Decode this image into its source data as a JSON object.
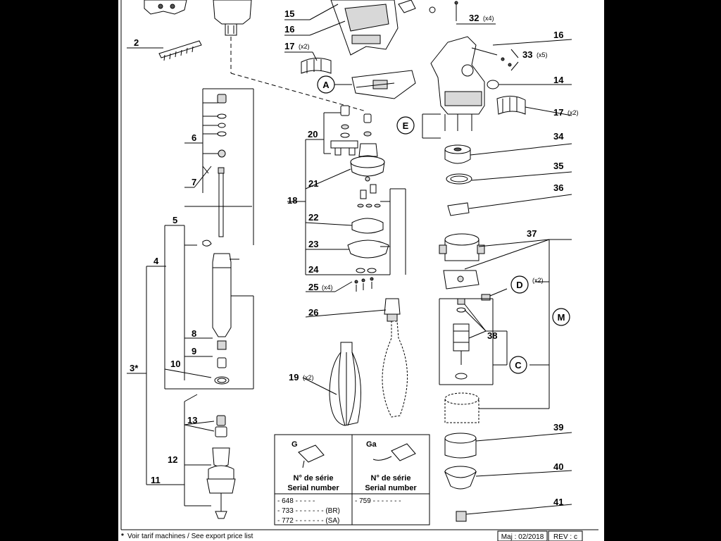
{
  "labels": {
    "n2": "2",
    "n3": "3*",
    "n4": "4",
    "n5": "5",
    "n6": "6",
    "n7": "7",
    "n8": "8",
    "n9": "9",
    "n10": "10",
    "n11": "11",
    "n12": "12",
    "n13": "13",
    "n14": "14",
    "n15": "15",
    "n16a": "16",
    "n16b": "16",
    "n17a": "17",
    "n17b": "17",
    "n18": "18",
    "n19": "19",
    "n20": "20",
    "n21": "21",
    "n22": "22",
    "n23": "23",
    "n24": "24",
    "n25": "25",
    "n26": "26",
    "n32": "32",
    "n33": "33",
    "n34": "34",
    "n35": "35",
    "n36": "36",
    "n37": "37",
    "n38": "38",
    "n39": "39",
    "n40": "40",
    "n41": "41"
  },
  "quantities": {
    "q17a": "(x2)",
    "q17b": "(x2)",
    "q19": "(x2)",
    "q25": "(x4)",
    "q32": "(x4)",
    "q33": "(x5)",
    "qD": "(x2)"
  },
  "callouts": {
    "A": "A",
    "C": "C",
    "D": "D",
    "E": "E",
    "M": "M"
  },
  "serial_table": {
    "col1_title": "G",
    "col2_title": "Ga",
    "header_fr": "N° de série",
    "header_en": "Serial number",
    "col1_rows": [
      "- 648 - - - - -",
      "- 733 - - - - - - - (BR)",
      "- 772 - - - - - - - (SA)"
    ],
    "col2_rows": [
      "- 759 - - - - -   - -"
    ]
  },
  "footer": {
    "note": "Voir tarif machines / See export price list",
    "star": "*",
    "date": "Maj : 02/2018",
    "rev": "REV : c"
  }
}
